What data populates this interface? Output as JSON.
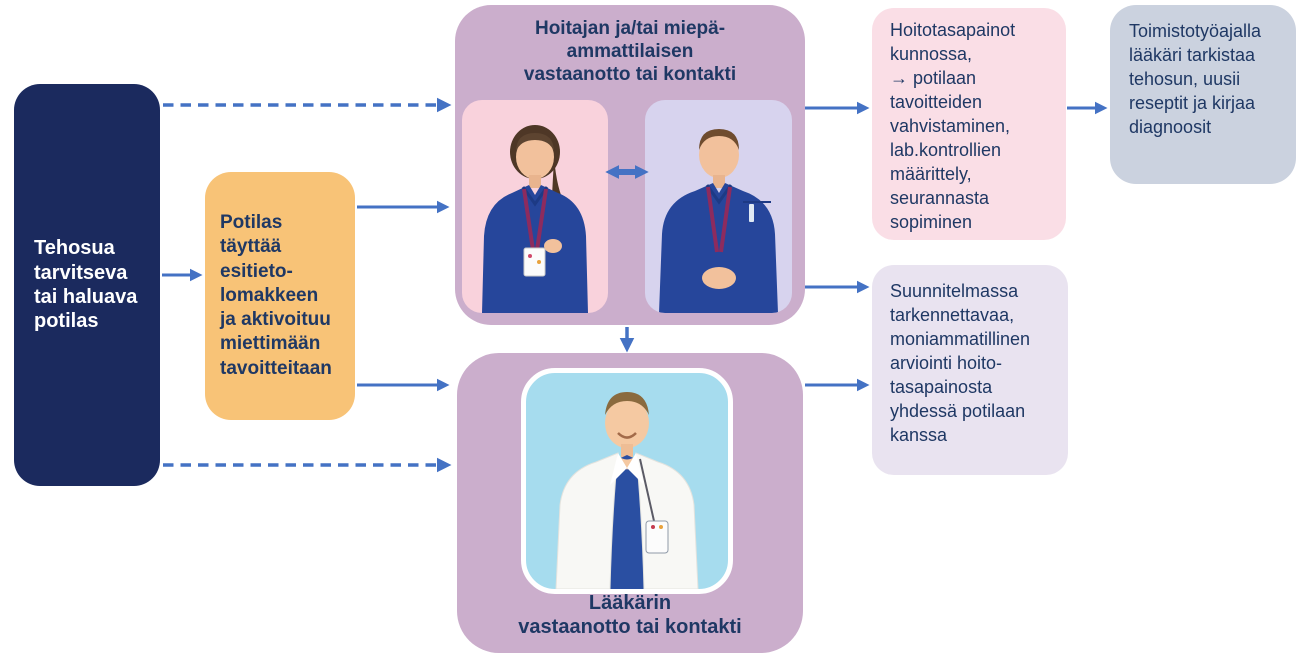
{
  "palette": {
    "arrow_blue": "#4472C4",
    "text_navy": "#1F3864",
    "patient_box_bg": "#1B2A5E",
    "form_box_bg": "#F8C377",
    "stage_box_bg": "#CBAECC",
    "photo_female_bg": "#F9D2DC",
    "photo_male_bg": "#D7D3EE",
    "photo_doctor_bg": "#A6DCEE",
    "outcome_ok_bg": "#FADEE6",
    "office_box_bg": "#CBD2DF",
    "outcome_adjust_bg": "#E9E3F0"
  },
  "boxes": {
    "patient": {
      "text": "Tehosua\ntarvitseva\ntai haluava\npotilas"
    },
    "form": {
      "text": "Potilas\ntäyttää\nesitieto-\nlomakkeen\nja aktivoituu\nmiettimään\ntavoitteitaan"
    },
    "nurse_stage": {
      "title": "Hoitajan ja/tai miepä-\nammattilaisen\nvastaanotto tai kontakti"
    },
    "doctor_stage": {
      "title": "Lääkärin\nvastaanotto tai kontakti"
    },
    "outcome_ok": {
      "text": "Hoitotasapainot\nkunnossa,\n→ potilaan\ntavoitteiden\nvahvistaminen,\nlab.kontrollien\nmäärittely,\nseurannasta\nsopiminen"
    },
    "office": {
      "text": "Toimistotyöajalla\nlääkäri tarkistaa\ntehosun, uusii\nreseptit ja kirjaa\ndiagnoosit"
    },
    "outcome_adjust": {
      "text": "Suunnitelmassa\ntarkennettavaa,\nmoniammatillinen\narviointi hoito-\ntasapainosta\nyhdessä potilaan\nkanssa"
    }
  }
}
